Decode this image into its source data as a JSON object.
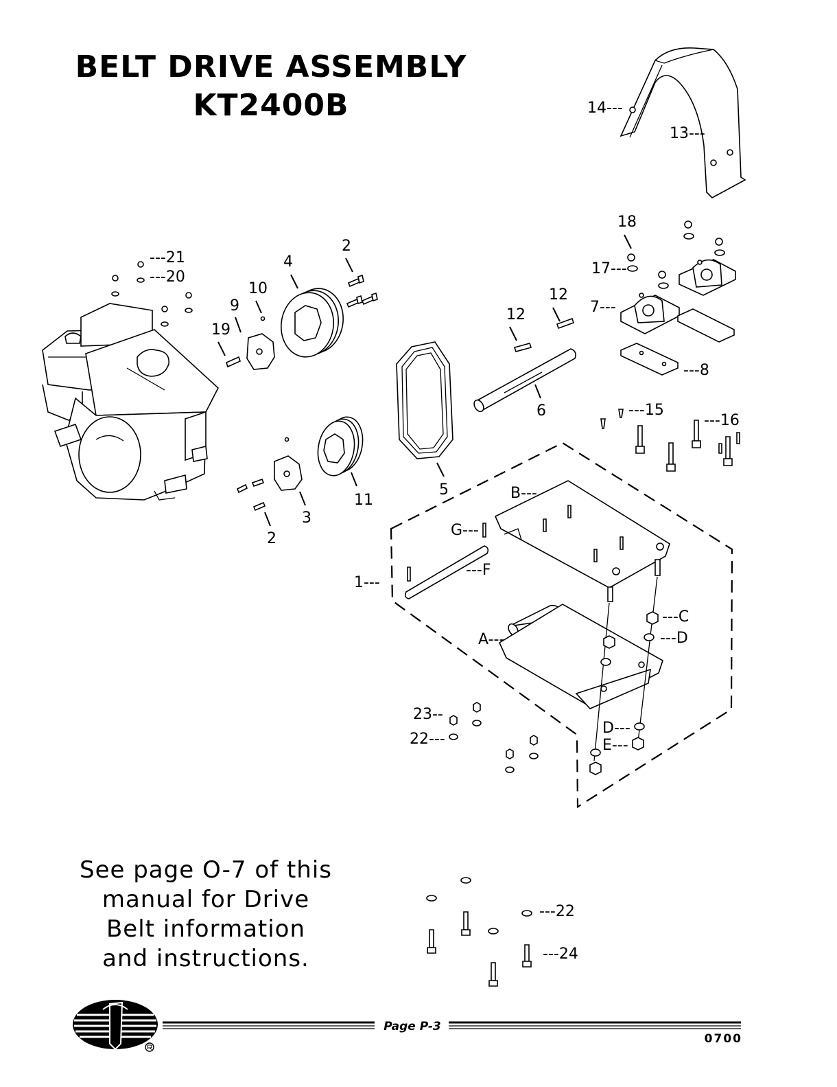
{
  "title": {
    "line1": "BELT DRIVE ASSEMBLY",
    "line2": "KT2400B"
  },
  "note": {
    "line1": "See page O-7 of this",
    "line2": "manual for Drive",
    "line3": "Belt information",
    "line4": "and instructions."
  },
  "footer": {
    "page_label": "Page P-3",
    "code": "0700"
  },
  "callouts": {
    "c14": "14---",
    "c13": "13---",
    "c18": "18",
    "c17": "17---",
    "c7": "7---",
    "c8": "---8",
    "c15": "---15",
    "c16": "---16",
    "c21": "---21",
    "c20": "---20",
    "c2_top": "2",
    "c4": "4",
    "c10": "10",
    "c9": "9",
    "c19": "19",
    "c12_a": "12",
    "c12_b": "12",
    "c6": "6",
    "c5": "5",
    "c11": "11",
    "c3": "3",
    "c2_bottom": "2",
    "cB": "B---",
    "cG": "G---",
    "cF": "---F",
    "c1": "1---",
    "cA": "A---",
    "cC": "---C",
    "cD_right": "---D",
    "cD_left": "D---",
    "cE": "E---",
    "c23": "23--",
    "c22": "22---",
    "c22_b": "---22",
    "c24": "---24"
  }
}
